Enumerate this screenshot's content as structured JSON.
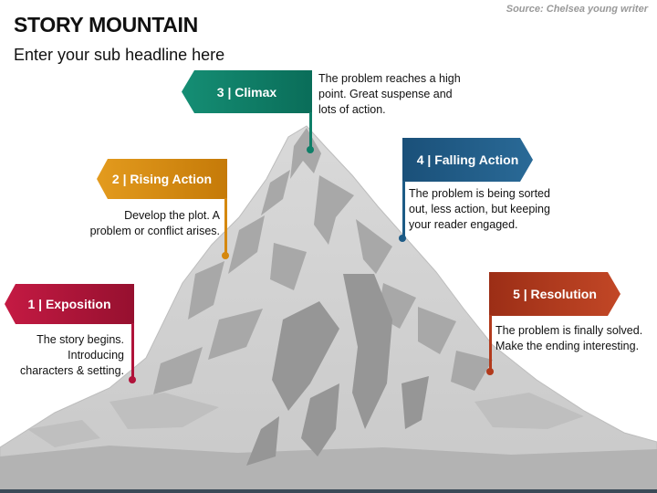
{
  "header": {
    "title": "STORY MOUNTAIN",
    "subtitle": "Enter your sub headline here",
    "source": "Source: Chelsea young writer"
  },
  "stages": [
    {
      "label": "1 | Exposition",
      "lines": [
        "The story begins.",
        "Introducing",
        "characters & setting."
      ],
      "color": "#b0133a"
    },
    {
      "label": "2 | Rising Action",
      "lines": [
        "Develop the plot. A",
        "problem or conflict arises."
      ],
      "color": "#d5880f"
    },
    {
      "label": "3 | Climax",
      "lines": [
        "The problem reaches a high",
        "point. Great suspense and",
        "lots of action."
      ],
      "color": "#0f7f68"
    },
    {
      "label": "4 | Falling Action",
      "lines": [
        "The problem is being sorted",
        "out, less action, but keeping",
        "your reader engaged."
      ],
      "color": "#1d5b86"
    },
    {
      "label": "5 | Resolution",
      "lines": [
        "The problem is finally solved.",
        "Make the ending interesting."
      ],
      "color": "#b23a1c"
    }
  ]
}
